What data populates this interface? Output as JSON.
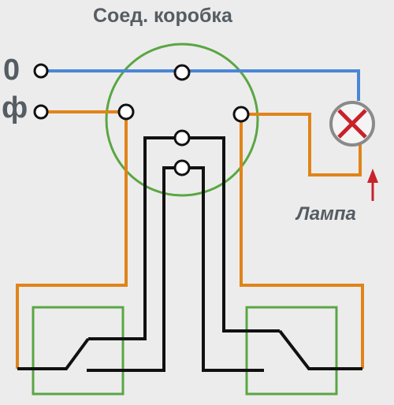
{
  "labels": {
    "title": "Соед. коробка",
    "neutral": "0",
    "phase": "ф",
    "lamp": "Лампа"
  },
  "colors": {
    "background": "#ececec",
    "text": "#555d63",
    "neutral_wire": "#4a86d6",
    "phase_wire": "#e08419",
    "traveler_wire": "#111111",
    "junction_box": "#5aa643",
    "switch_box": "#5aa643",
    "lamp_cross": "#c8222a",
    "arrow": "#c8222a"
  }
}
